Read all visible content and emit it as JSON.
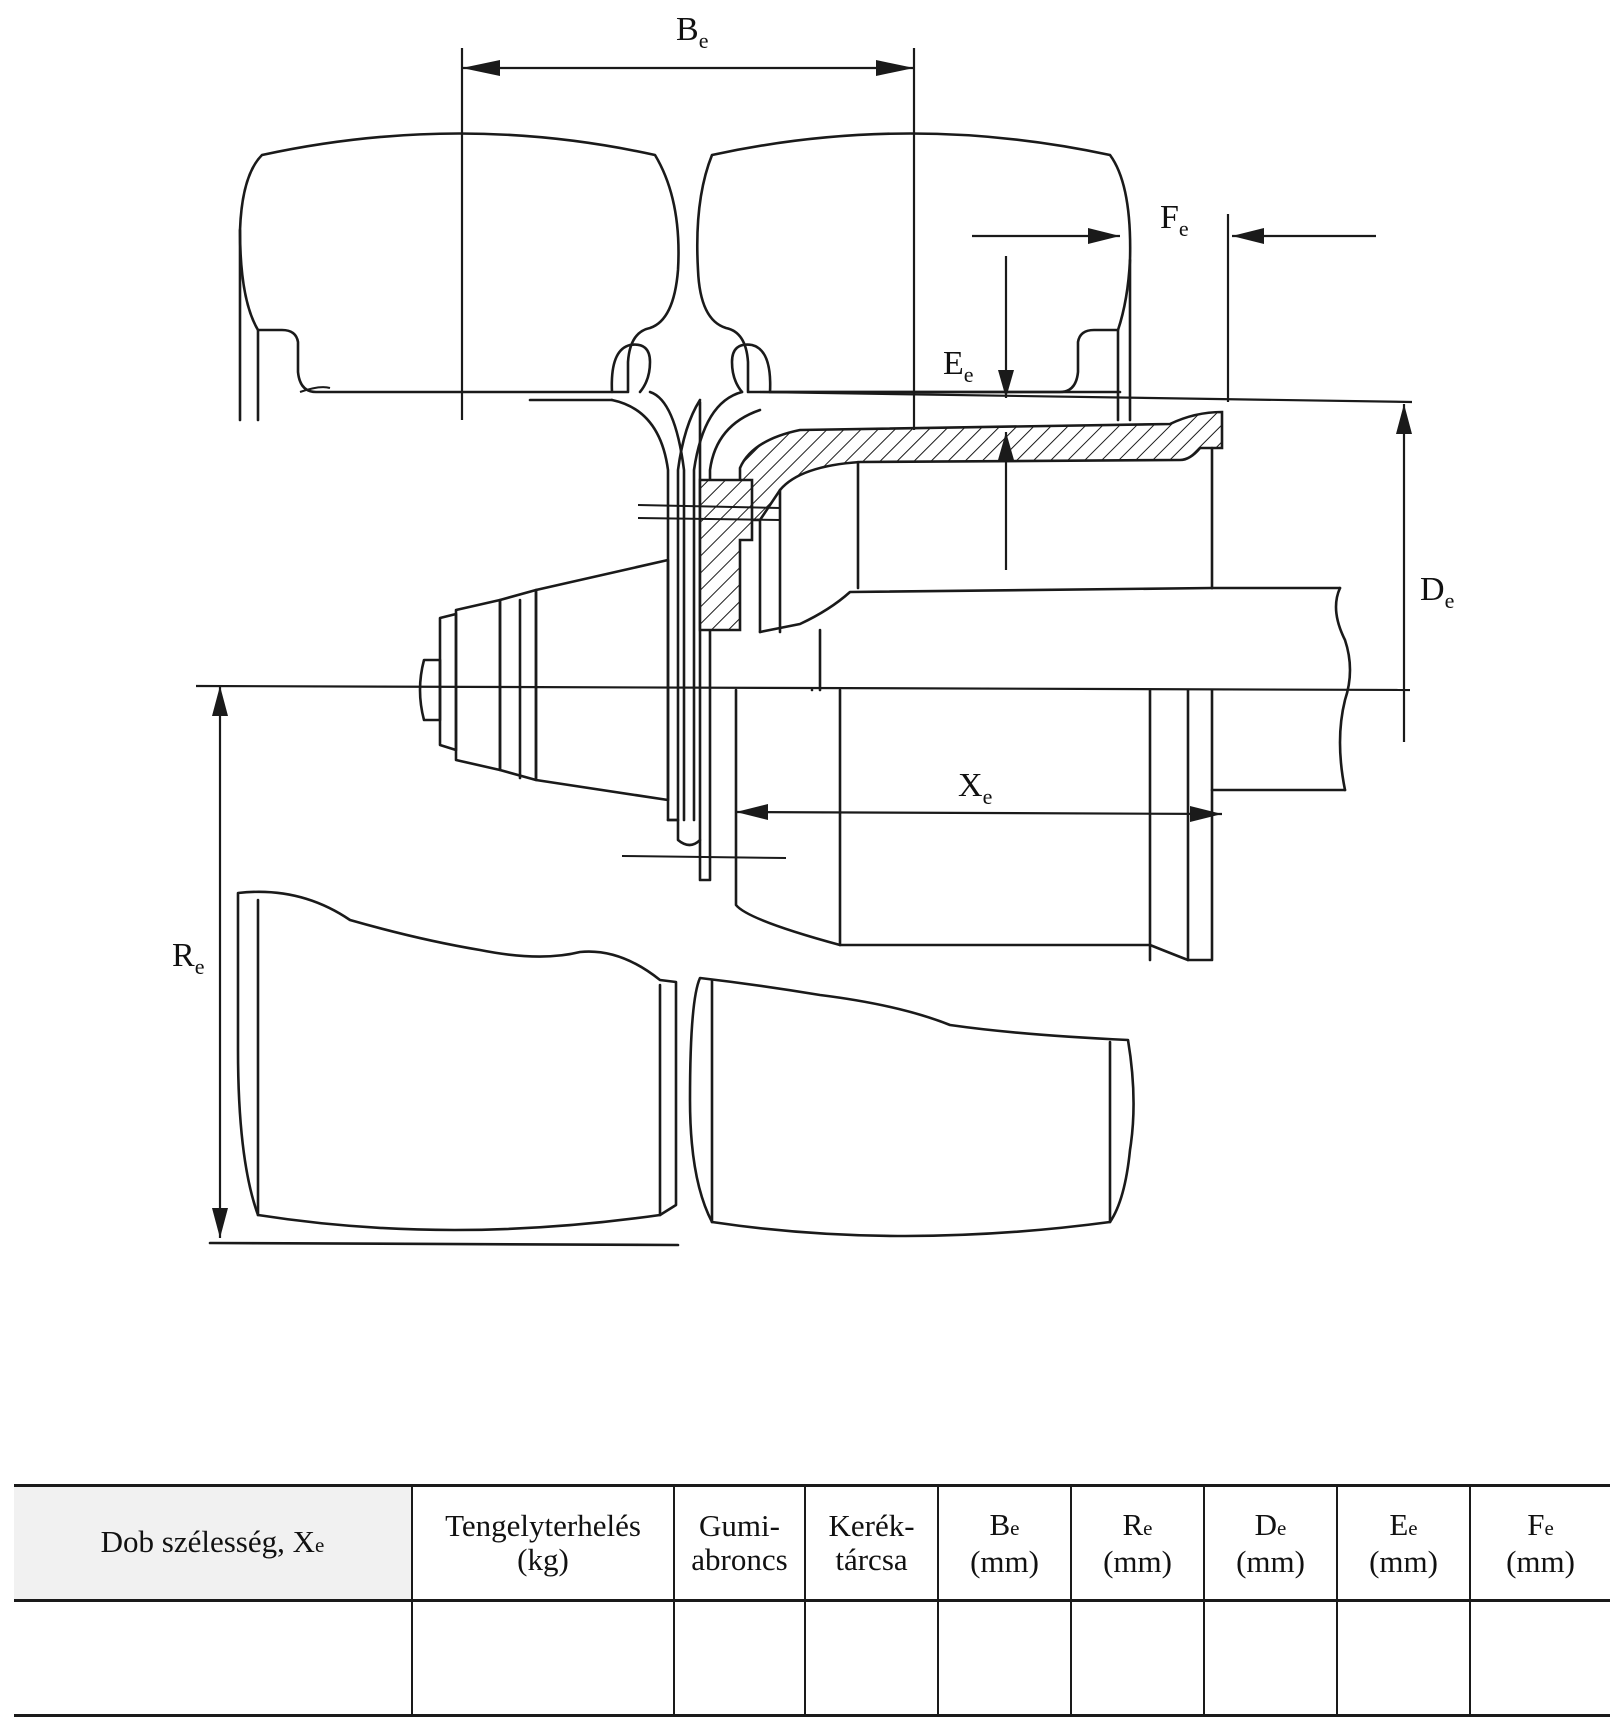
{
  "diagram": {
    "labels": {
      "be": {
        "main": "B",
        "sub": "e"
      },
      "fe": {
        "main": "F",
        "sub": "e"
      },
      "ee": {
        "main": "E",
        "sub": "e"
      },
      "de": {
        "main": "D",
        "sub": "e"
      },
      "xe": {
        "main": "X",
        "sub": "e"
      },
      "re": {
        "main": "R",
        "sub": "e"
      }
    }
  },
  "table": {
    "headers": [
      {
        "line1": "Dob szélesség, X",
        "line1_sub": "e",
        "line2": ""
      },
      {
        "line1": "Tengelyterhelés",
        "line1_sub": "",
        "line2": "(kg)"
      },
      {
        "line1": "Gumi-",
        "line1_sub": "",
        "line2": "abroncs"
      },
      {
        "line1": "Kerék-",
        "line1_sub": "",
        "line2": "tárcsa"
      },
      {
        "line1": "B",
        "line1_sub": "e",
        "line2": "(mm)"
      },
      {
        "line1": "R",
        "line1_sub": "e",
        "line2": "(mm)"
      },
      {
        "line1": "D",
        "line1_sub": "e",
        "line2": "(mm)"
      },
      {
        "line1": "E",
        "line1_sub": "e",
        "line2": "(mm)"
      },
      {
        "line1": "F",
        "line1_sub": "e",
        "line2": "(mm)"
      }
    ],
    "rows": [
      [
        "",
        "",
        "",
        "",
        "",
        "",
        "",
        "",
        ""
      ]
    ]
  }
}
